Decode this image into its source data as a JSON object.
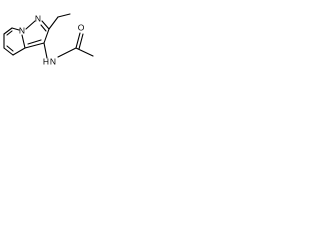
{
  "molecule": {
    "atoms": {
      "ring_n1": "N",
      "ring_n2": "N",
      "amide_n": "N",
      "amide_h": "H",
      "carbonyl_o": "O"
    },
    "colors": {
      "bond": "#000000",
      "label": "#000000",
      "background": "#ffffff"
    }
  }
}
